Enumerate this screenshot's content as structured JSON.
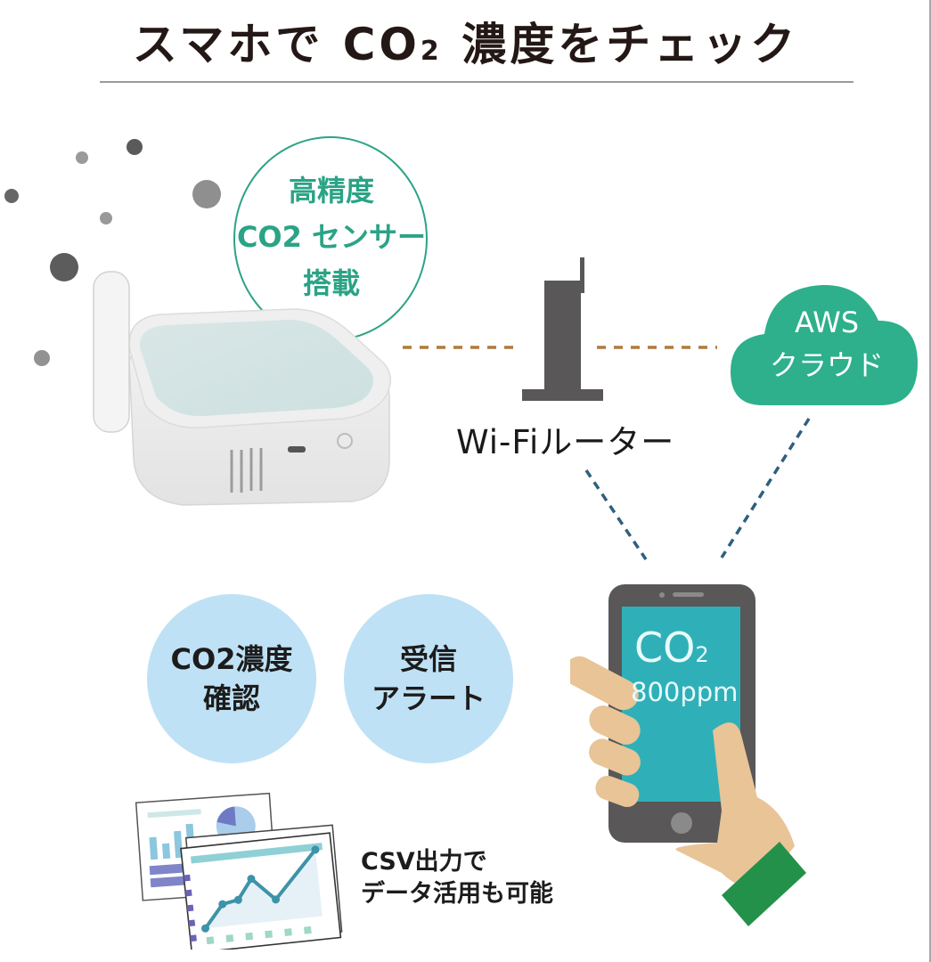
{
  "header": {
    "title_prefix": "スマホで CO",
    "title_subscript": "2",
    "title_suffix": " 濃度をチェック"
  },
  "sensor_badge": {
    "line1": "高精度",
    "line2": "CO2 センサー",
    "line3": "搭載",
    "color": "#2ba386"
  },
  "router": {
    "label": "Wi-Fiルーター",
    "color": "#595757"
  },
  "cloud": {
    "line1": "AWS",
    "line2": "クラウド",
    "color": "#2db08b"
  },
  "features": [
    {
      "line1": "CO2濃度",
      "line2": "確認"
    },
    {
      "line1": "受信",
      "line2": "アラート"
    }
  ],
  "csv": {
    "line1": "CSV出力で",
    "line2": "データ活用も可能"
  },
  "phone": {
    "reading_label": "CO",
    "reading_subscript": "2",
    "reading_value": "800ppm",
    "screen_color": "#2fb0b8",
    "body_color": "#595757"
  },
  "colors": {
    "wifi_link": "#b07a3c",
    "cloud_link": "#2f5f7f",
    "feature_circle": "#bfe1f5",
    "skin": "#e8c497",
    "sleeve": "#23914a"
  }
}
